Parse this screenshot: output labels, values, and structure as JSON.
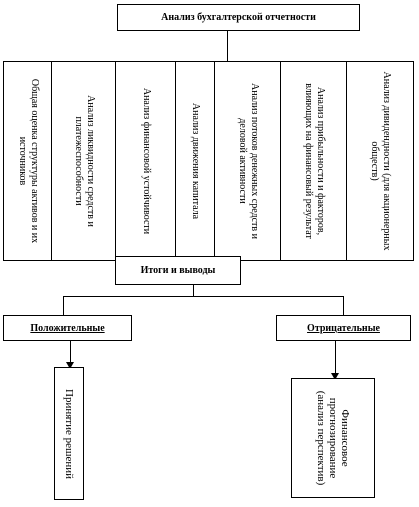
{
  "title": "Анализ бухгалтерской отчетности",
  "analysis_items": [
    "Общая оценка структуры активов и их источников",
    "Анализ ликвидности средств и платежеспособности",
    "Анализ финансовой устойчивости",
    "Анализ движения капитала",
    "Анализ потоков денежных средств и деловой активности",
    "Анализ прибыльности и факторов, влияющих на финансовый результат",
    "Анализ дивидендности (для акционерных обществ)"
  ],
  "results": "Итоги и выводы",
  "positive": "Положительные",
  "negative": "Отрицательные",
  "decision": "Принятие решений",
  "forecast": "Финансовое прогнозирование (анализ перспектив)"
}
